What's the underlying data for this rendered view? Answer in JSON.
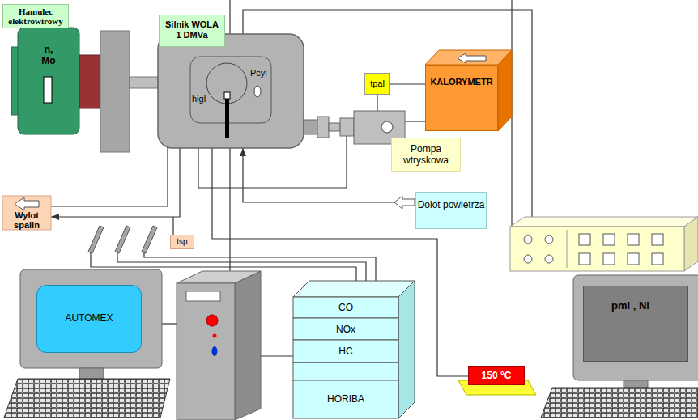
{
  "diagram": {
    "nodes": [
      {
        "text": [
          "Hamulec elektrowirowy"
        ]
      },
      {
        "text": [
          "Silnik WOLA 1 DMVa"
        ]
      },
      {
        "text": [
          "n, Mo"
        ]
      },
      {
        "text": [
          "higl",
          "Pcyl"
        ]
      },
      {
        "text": [
          "tpal"
        ]
      },
      {
        "text": [
          "KALORYMETR"
        ]
      },
      {
        "text": [
          "Pompa wtryskowa"
        ]
      },
      {
        "text": [
          "Wylot spalin"
        ]
      },
      {
        "text": [
          "Dolot powietrza"
        ]
      },
      {
        "text": [
          "tsp"
        ]
      },
      {
        "text": [
          "AUTOMEX"
        ]
      },
      {
        "text": [
          "CO",
          "NOx",
          "HC",
          "HORIBA"
        ]
      },
      {
        "text": [
          "150 °C"
        ]
      },
      {
        "text": [
          "pmi , Ni"
        ]
      }
    ],
    "edges": [
      {
        "from": 3,
        "to": 7,
        "arrow": "to"
      },
      {
        "from": 8,
        "to": 3,
        "arrow": "to"
      },
      {
        "from": 5,
        "to": 4,
        "arrow": "none"
      }
    ]
  }
}
